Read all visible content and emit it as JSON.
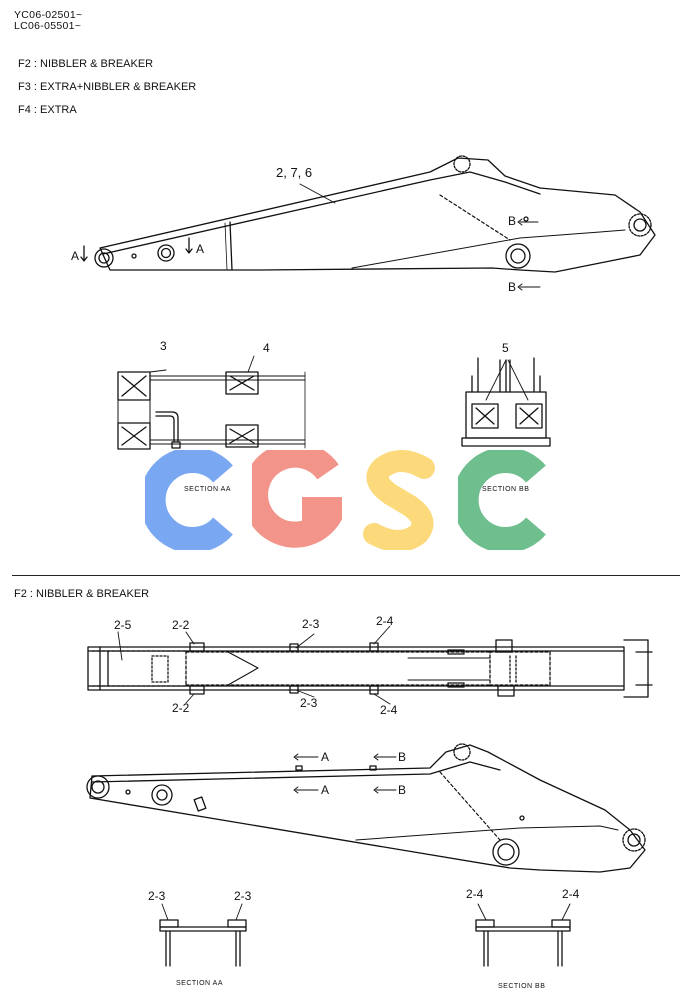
{
  "header": {
    "serial_1": "YC06-02501~",
    "serial_2": "LC06-05501~"
  },
  "legend": [
    {
      "code": "F2",
      "sep": ":",
      "text": "NIBBLER & BREAKER"
    },
    {
      "code": "F3",
      "sep": ":",
      "text": "EXTRA+NIBBLER & BREAKER"
    },
    {
      "code": "F4",
      "sep": ":",
      "text": "EXTRA"
    }
  ],
  "top_view": {
    "part_callout": "2, 7, 6",
    "arrow_a_left": "A",
    "arrow_a_mid": "A",
    "arrow_b_top": "B",
    "arrow_b_bottom": "B"
  },
  "section_aa": {
    "callout_left": "3",
    "callout_right": "4",
    "caption": "SECTION AA"
  },
  "section_bb": {
    "callout": "5",
    "caption": "SECTION BB"
  },
  "watermark": {
    "letters": [
      "C",
      "G",
      "S",
      "C"
    ],
    "colors": [
      "#7aa7f2",
      "#f2948a",
      "#fcd97a",
      "#6fbf8e"
    ]
  },
  "lower_section": {
    "heading": "F2 : NIBBLER & BREAKER",
    "plan_labels": {
      "p2_5": "2-5",
      "p2_2_top": "2-2",
      "p2_3_top": "2-3",
      "p2_4_top": "2-4",
      "p2_2_bot": "2-2",
      "p2_3_bot": "2-3",
      "p2_4_bot": "2-4"
    },
    "side_arrows": {
      "a_top": "A",
      "b_top": "B",
      "a_bot": "A",
      "b_bot": "B"
    },
    "bottom_section_aa": {
      "left": "2-3",
      "right": "2-3",
      "caption": "SECTION AA"
    },
    "bottom_section_bb": {
      "left": "2-4",
      "right": "2-4",
      "caption": "SECTION BB"
    }
  }
}
